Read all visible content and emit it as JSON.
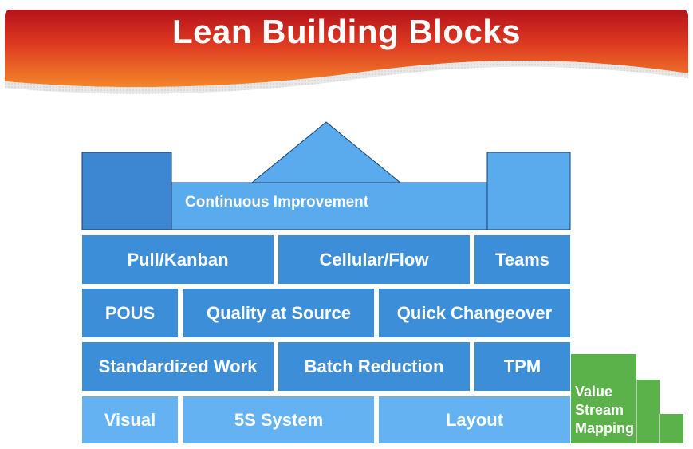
{
  "title": "Lean Building Blocks",
  "roof": {
    "label": "Continuous Improvement"
  },
  "rows": [
    [
      "Pull/Kanban",
      "Cellular/Flow",
      "Teams"
    ],
    [
      "POUS",
      "Quality at Source",
      "Quick Changeover"
    ],
    [
      "Standardized Work",
      "Batch Reduction",
      "TPM"
    ],
    [
      "Visual",
      "5S System",
      "Layout"
    ]
  ],
  "value_stream": {
    "line1": "Value",
    "line2": "Stream",
    "line3": "Mapping"
  },
  "colors": {
    "banner_red": "#c0141a",
    "banner_orange": "#f07a22",
    "block_blue": "#3f8fda",
    "block_light_blue": "#5db0f0",
    "stair_green": "#5bb24a"
  }
}
